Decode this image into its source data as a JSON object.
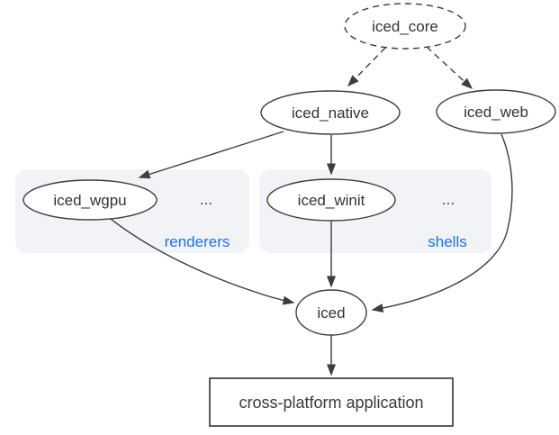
{
  "diagram": {
    "colors": {
      "background": "#ffffff",
      "stroke": "#3d3d3d",
      "text": "#333333",
      "accent_blue": "#1a73e8",
      "group_fill": "#f1f3f7"
    },
    "nodes": {
      "iced_core": {
        "label": "iced_core"
      },
      "iced_native": {
        "label": "iced_native"
      },
      "iced_web": {
        "label": "iced_web"
      },
      "iced_wgpu": {
        "label": "iced_wgpu"
      },
      "iced_winit": {
        "label": "iced_winit"
      },
      "iced": {
        "label": "iced"
      },
      "app": {
        "label": "cross-platform application"
      }
    },
    "groups": {
      "renderers": {
        "label": "renderers",
        "ellipsis": "..."
      },
      "shells": {
        "label": "shells",
        "ellipsis": "..."
      }
    }
  }
}
